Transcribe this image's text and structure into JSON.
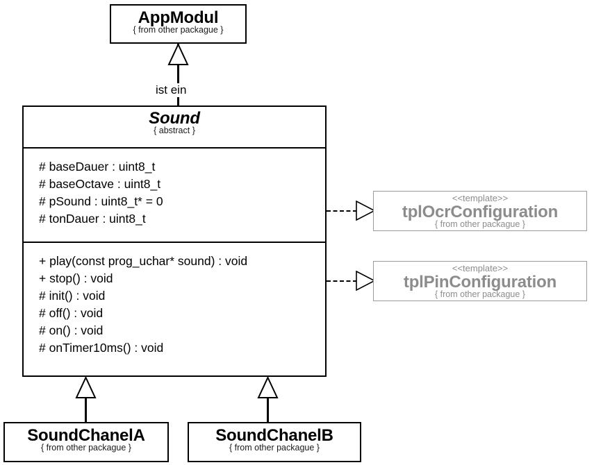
{
  "diagram": {
    "title": "Sound class hierarchy UML diagram",
    "colors": {
      "stroke": "#000000",
      "background": "#ffffff",
      "template_stroke": "#9a9a9a",
      "template_text": "#8c8c8c"
    }
  },
  "classes": {
    "app_modul": {
      "name": "AppModul",
      "package_note": "{ from other packague }"
    },
    "sound": {
      "name": "Sound",
      "stereotype_note": "{ abstract }",
      "attributes": [
        "# baseDauer : uint8_t",
        "# baseOctave : uint8_t",
        "# pSound : uint8_t* = 0",
        "# tonDauer : uint8_t"
      ],
      "operations": [
        "+ play(const prog_uchar* sound) : void",
        "+ stop() : void",
        "# init() : void",
        "# off() : void",
        "# on() : void",
        "# onTimer10ms() : void"
      ]
    },
    "tpl_ocr_configuration": {
      "stereotype": "<<template>>",
      "name": "tplOcrConfiguration",
      "package_note": "{ from other packague }"
    },
    "tpl_pin_configuration": {
      "stereotype": "<<template>>",
      "name": "tplPinConfiguration",
      "package_note": "{ from other packague }"
    },
    "sound_chanel_a": {
      "name": "SoundChanelA",
      "package_note": "{ from other packague }"
    },
    "sound_chanel_b": {
      "name": "SoundChanelB",
      "package_note": "{ from other packague }"
    }
  },
  "relations": {
    "sound_to_appmodul": {
      "label": "ist ein",
      "kind": "generalization"
    },
    "sound_to_tpl_ocr": {
      "label": "",
      "kind": "realization"
    },
    "sound_to_tpl_pin": {
      "label": "",
      "kind": "realization"
    },
    "chanel_a_to_sound": {
      "label": "",
      "kind": "generalization"
    },
    "chanel_b_to_sound": {
      "label": "",
      "kind": "generalization"
    }
  }
}
